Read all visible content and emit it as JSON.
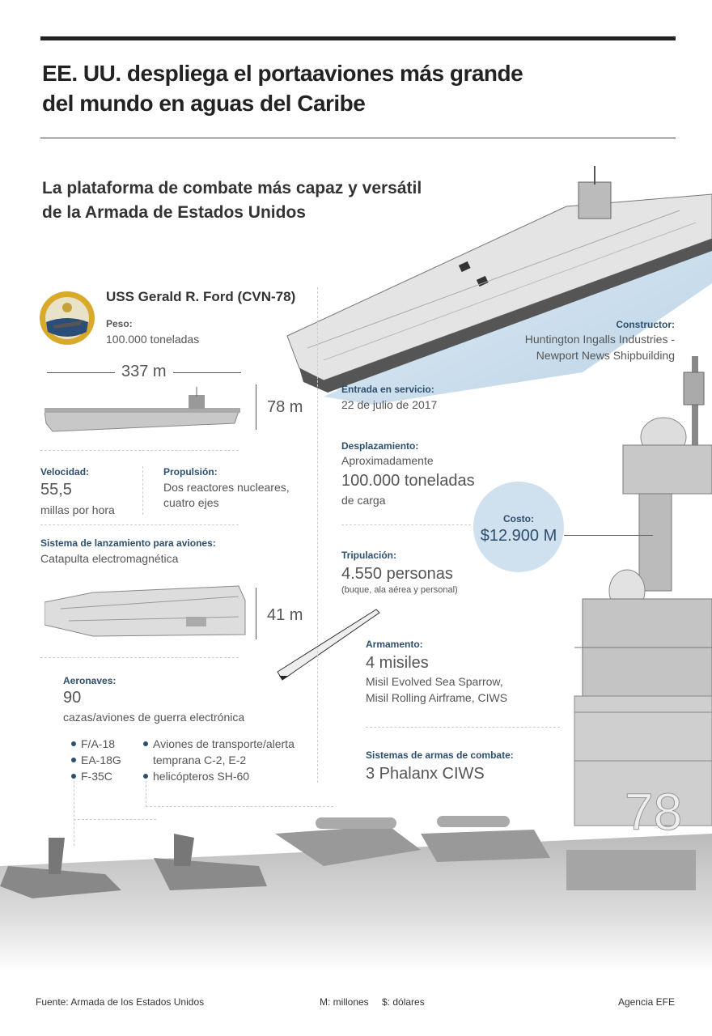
{
  "header": {
    "title_line1": "EE. UU. despliega el portaaviones más grande",
    "title_line2": "del mundo en aguas del Caribe",
    "subtitle_line1": "La plataforma de combate más capaz y versátil",
    "subtitle_line2": "de la Armada de Estados Unidos"
  },
  "ship": {
    "name": "USS Gerald R. Ford (CVN-78)",
    "weight_label": "Peso:",
    "weight_value": "100.000 toneladas",
    "length": "337 m",
    "height": "78 m",
    "width": "41 m"
  },
  "left": {
    "speed_label": "Velocidad:",
    "speed_value": "55,5",
    "speed_unit": "millas por hora",
    "propulsion_label": "Propulsión:",
    "propulsion_line1": "Dos reactores nucleares,",
    "propulsion_line2": "cuatro ejes",
    "launch_label": "Sistema de lanzamiento para aviones:",
    "launch_value": "Catapulta electromagnética",
    "aircraft_label": "Aeronaves:",
    "aircraft_value": "90",
    "aircraft_desc": "cazas/aviones de guerra electrónica",
    "aircraft_list_a": [
      "F/A-18",
      "EA-18G",
      "F-35C"
    ],
    "aircraft_list_b": [
      "Aviones de transporte/alerta",
      "temprana C-2, E-2",
      "helicópteros SH-60"
    ]
  },
  "right": {
    "builder_label": "Constructor:",
    "builder_line1": "Huntington Ingalls Industries -",
    "builder_line2": "Newport News Shipbuilding",
    "service_label": "Entrada en servicio:",
    "service_value": "22 de julio de 2017",
    "displacement_label": "Desplazamiento:",
    "displacement_pre": "Aproximadamente",
    "displacement_value": "100.000 toneladas",
    "displacement_post": "de carga",
    "cost_label": "Costo:",
    "cost_value": "$12.900 M",
    "crew_label": "Tripulación:",
    "crew_value": "4.550 personas",
    "crew_desc": "(buque, ala aérea y personal)",
    "arms_label": "Armamento:",
    "arms_value": "4 misiles",
    "arms_line1": "Misil Evolved Sea Sparrow,",
    "arms_line2": "Misil Rolling Airframe, CIWS",
    "combat_label": "Sistemas de armas de combate:",
    "combat_value": "3 Phalanx CIWS",
    "hull_number": "78"
  },
  "footer": {
    "source": "Fuente: Armada de los Estados Unidos",
    "legend_m": "M: millones",
    "legend_usd": "$: dólares",
    "agency": "Agencia EFE"
  },
  "colors": {
    "label": "#2d4f6e",
    "cost_circle": "#cfe0ee",
    "rule": "#222222"
  }
}
